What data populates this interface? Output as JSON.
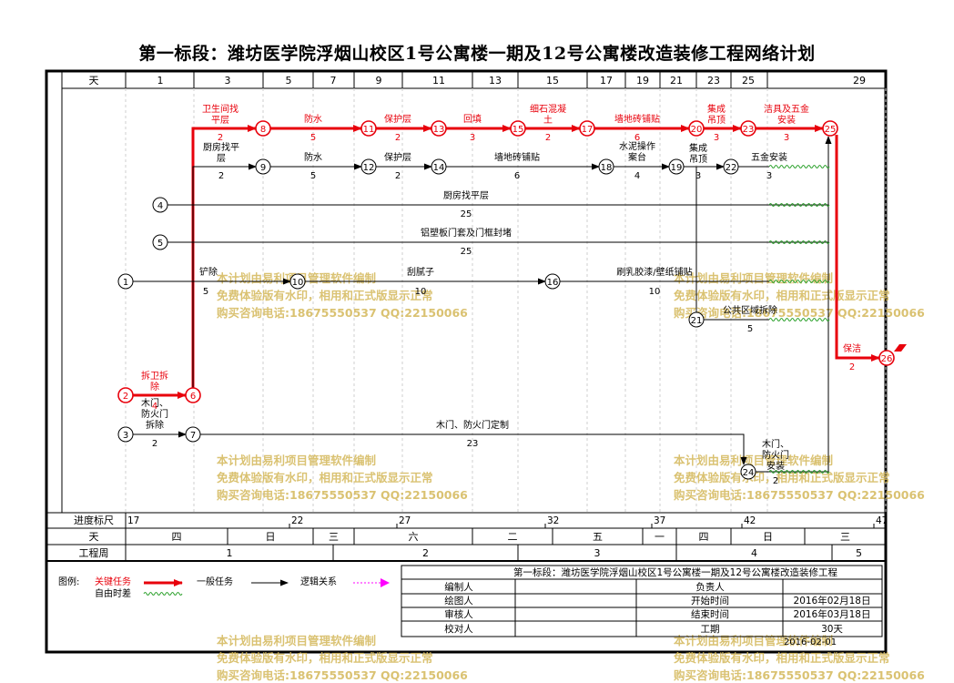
{
  "title": "第一标段：潍坊医学院浮烟山校区1号公寓楼一期及12号公寓楼改造装修工程网络计划",
  "labels": {
    "day": "天",
    "progress": "进度标尺",
    "weekday": "天",
    "week": "工程周"
  },
  "colors": {
    "critical": "#e8000b",
    "normal": "#000000",
    "float": "#2aa02a",
    "logic": "#ff00ff",
    "watermark": "#d4b85a"
  },
  "chart_data": {
    "type": "network",
    "day_ticks": [
      "1",
      "3",
      "5",
      "7",
      "9",
      "11",
      "13",
      "15",
      "17",
      "19",
      "21",
      "23",
      "25",
      "29"
    ],
    "progress_ticks": [
      "17",
      "22",
      "27",
      "32",
      "37",
      "42",
      "47"
    ],
    "weekday_cells": [
      "四",
      "日",
      "三",
      "六",
      "二",
      "五",
      "一",
      "四",
      "日",
      "三"
    ],
    "week_cells": [
      "1",
      "2",
      "3",
      "4",
      "5"
    ],
    "nodes": [
      "1",
      "2",
      "3",
      "4",
      "5",
      "6",
      "7",
      "8",
      "9",
      "10",
      "11",
      "12",
      "13",
      "14",
      "15",
      "16",
      "17",
      "18",
      "19",
      "20",
      "21",
      "22",
      "23",
      "24",
      "25",
      "26"
    ],
    "critical_activities": [
      {
        "name": "拆卫拆除",
        "duration": "4",
        "from": "2",
        "to": "6"
      },
      {
        "name": "卫生间找平层",
        "duration": "2",
        "from": "6",
        "to": "8"
      },
      {
        "name": "防水",
        "duration": "5",
        "from": "8",
        "to": "11"
      },
      {
        "name": "保护层",
        "duration": "2",
        "from": "11",
        "to": "13"
      },
      {
        "name": "回填",
        "duration": "3",
        "from": "13",
        "to": "15"
      },
      {
        "name": "细石混凝土",
        "duration": "2",
        "from": "15",
        "to": "17"
      },
      {
        "name": "墙地砖铺贴",
        "duration": "6",
        "from": "17",
        "to": "20"
      },
      {
        "name": "集成吊顶",
        "duration": "3",
        "from": "20",
        "to": "23"
      },
      {
        "name": "洁具及五金安装",
        "duration": "3",
        "from": "23",
        "to": "25"
      },
      {
        "name": "保洁",
        "duration": "2",
        "from": "25",
        "to": "26"
      }
    ],
    "normal_activities": [
      {
        "name": "厨房找平层",
        "duration": "2",
        "from": "6",
        "to": "9"
      },
      {
        "name": "防水",
        "duration": "5",
        "from": "9",
        "to": "12"
      },
      {
        "name": "保护层",
        "duration": "2",
        "from": "12",
        "to": "14"
      },
      {
        "name": "墙地砖铺贴",
        "duration": "6",
        "from": "14",
        "to": "18"
      },
      {
        "name": "水泥操作案台",
        "duration": "4",
        "from": "18",
        "to": "19"
      },
      {
        "name": "集成吊顶",
        "duration": "3",
        "from": "19",
        "to": "22"
      },
      {
        "name": "五金安装",
        "duration": "3",
        "from": "22",
        "to": "25"
      },
      {
        "name": "厨房找平层",
        "duration": "25",
        "from": "4",
        "to": "25"
      },
      {
        "name": "铝塑板门套及门框封堵",
        "duration": "25",
        "from": "5",
        "to": "25"
      },
      {
        "name": "铲除",
        "duration": "5",
        "from": "1",
        "to": "10"
      },
      {
        "name": "刮腻子",
        "duration": "10",
        "from": "10",
        "to": "16"
      },
      {
        "name": "刷乳胶漆/壁纸铺贴",
        "duration": "10",
        "from": "16",
        "to": "25"
      },
      {
        "name": "公共区域拆除",
        "duration": "5",
        "from": "21",
        "to": "25"
      },
      {
        "name": "木门、防火门拆除",
        "duration": "2",
        "from": "3",
        "to": "7"
      },
      {
        "name": "木门、防火门定制",
        "duration": "23",
        "from": "7",
        "to": "24"
      },
      {
        "name": "木门、防火门安装",
        "duration": "2",
        "from": "24",
        "to": "25"
      }
    ]
  },
  "legend": {
    "label": "图例:",
    "critical": "关键任务",
    "normal": "一般任务",
    "logic": "逻辑关系",
    "float": "自由时差"
  },
  "info": {
    "header": "第一标段：潍坊医学院浮烟山校区1号公寓楼一期及12号公寓楼改造装修工程",
    "compiler_label": "编制人",
    "drafter_label": "绘图人",
    "reviewer_label": "审核人",
    "checker_label": "校对人",
    "owner_label": "负责人",
    "start_label": "开始时间",
    "start_value": "2016年02月18日",
    "end_label": "结束时间",
    "end_value": "2016年03月18日",
    "duration_label": "工期",
    "duration_value": "30天",
    "print_date": "2016-02-01"
  },
  "watermark": [
    "本计划由易利项目管理软件编制",
    "免费体验版有水印，相用和正式版显示正常",
    "购买咨询电话:18675550537 QQ:22150066"
  ]
}
